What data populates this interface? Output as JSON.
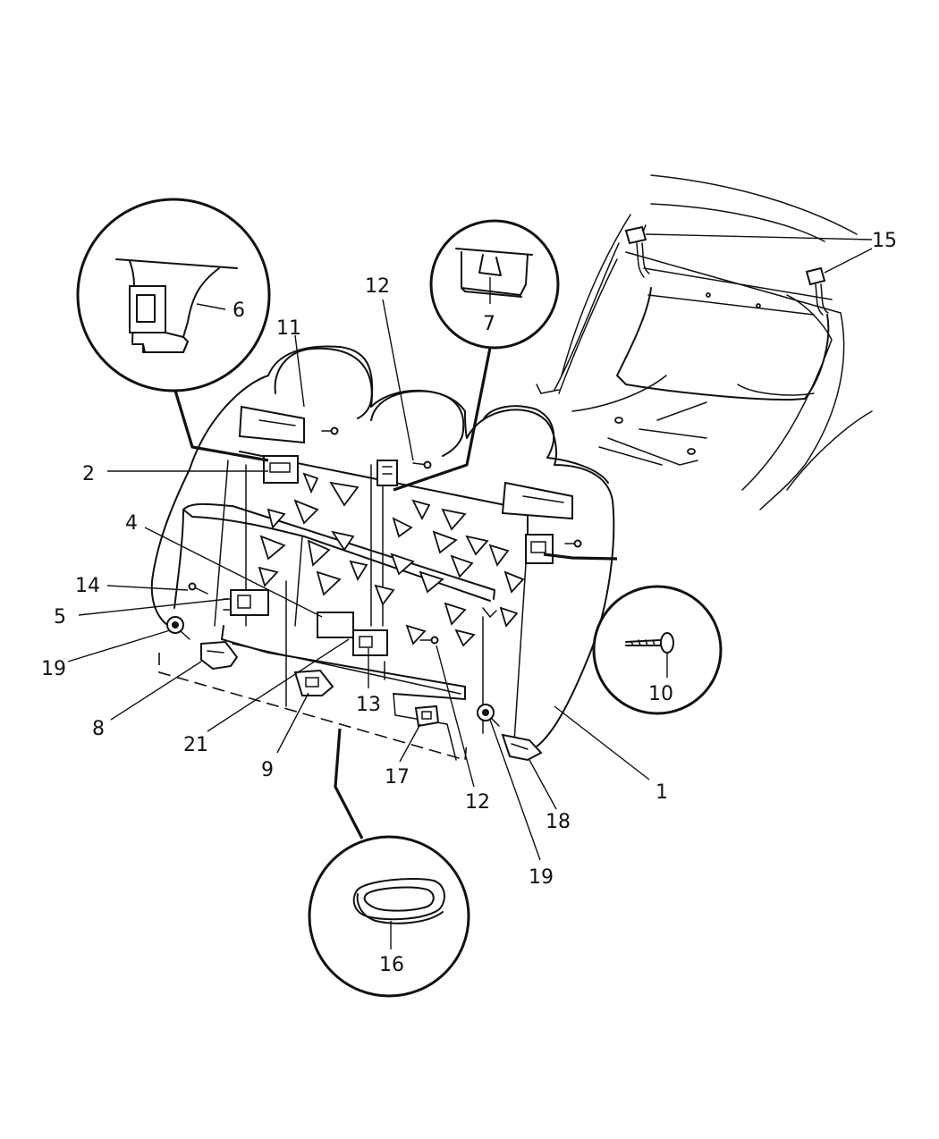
{
  "diagram": {
    "callouts": {
      "c1": "1",
      "c2": "2",
      "c4": "4",
      "c5": "5",
      "c6": "6",
      "c7": "7",
      "c8": "8",
      "c9": "9",
      "c10": "10",
      "c11": "11",
      "c12a": "12",
      "c12b": "12",
      "c13": "13",
      "c14": "14",
      "c15": "15",
      "c16": "16",
      "c17": "17",
      "c18": "18",
      "c19a": "19",
      "c19b": "19",
      "c21": "21"
    }
  }
}
